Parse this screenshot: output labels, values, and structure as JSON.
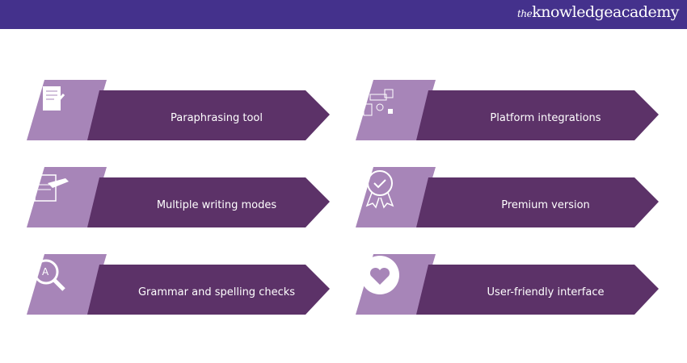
{
  "brand": {
    "the": "the",
    "name": "knowledgeacademy"
  },
  "colors": {
    "header": "#44318c",
    "dark": "#5c3268",
    "light": "#a785b8"
  },
  "features": [
    {
      "label": "Paraphrasing tool",
      "icon": "document-pen-icon"
    },
    {
      "label": "Platform integrations",
      "icon": "integrations-icon"
    },
    {
      "label": "Multiple writing modes",
      "icon": "writing-hand-icon"
    },
    {
      "label": "Premium version",
      "icon": "award-badge-icon"
    },
    {
      "label": "Grammar and spelling checks",
      "icon": "magnifier-a-icon"
    },
    {
      "label": "User-friendly interface",
      "icon": "heart-icon"
    }
  ]
}
